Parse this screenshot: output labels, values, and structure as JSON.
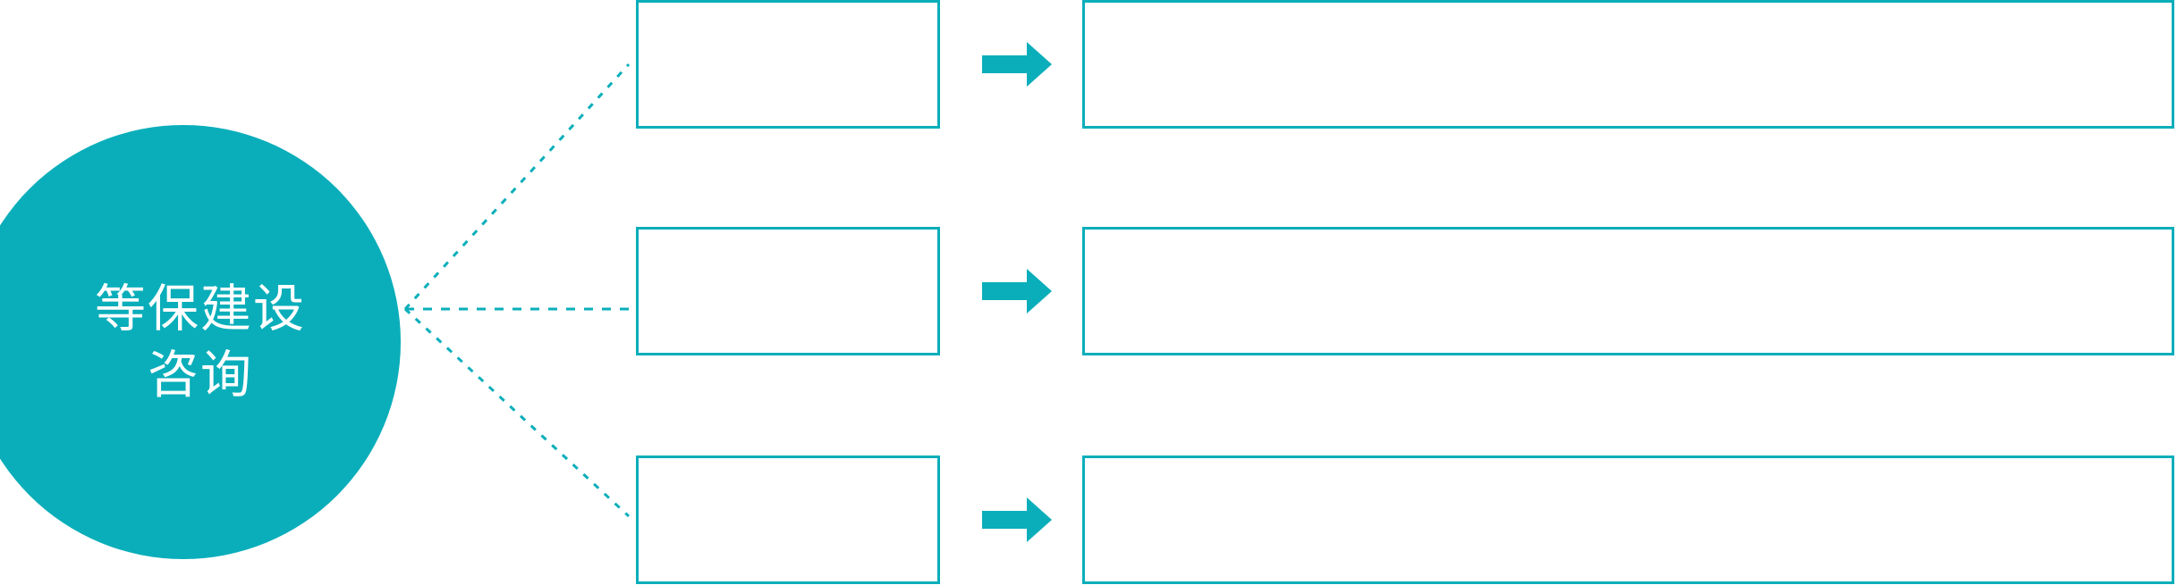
{
  "colors": {
    "accent": "#09AEBA",
    "background": "#FFFFFF",
    "hub_text": "#FFFFFF",
    "box_border": "#09AEBA"
  },
  "hub": {
    "name": "hub-node",
    "label": "等保建设\n咨询",
    "shape": "circle"
  },
  "connector": {
    "style": "dotted",
    "icon": "dotted-fan-connector",
    "branch_count": 3
  },
  "rows": [
    {
      "index": 1,
      "stage_label": "",
      "arrow_icon": "right-arrow-icon",
      "detail_label": ""
    },
    {
      "index": 2,
      "stage_label": "",
      "arrow_icon": "right-arrow-icon",
      "detail_label": ""
    },
    {
      "index": 3,
      "stage_label": "",
      "arrow_icon": "right-arrow-icon",
      "detail_label": ""
    }
  ]
}
